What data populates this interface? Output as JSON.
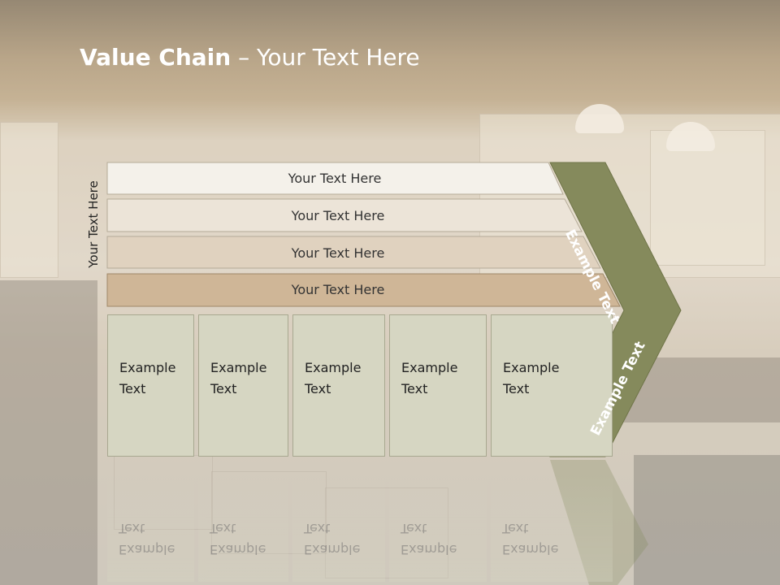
{
  "title": {
    "bold": "Value Chain",
    "rest": " – Your Text Here"
  },
  "side_label": "Your Text Here",
  "rows": [
    {
      "label": "Your Text Here",
      "color": "#f4f1ea"
    },
    {
      "label": "Your Text Here",
      "color": "#ece4d8"
    },
    {
      "label": "Your Text Here",
      "color": "#e0d2bf"
    },
    {
      "label": "Your Text Here",
      "color": "#cfb697"
    }
  ],
  "boxes": [
    {
      "label": "Example\nText"
    },
    {
      "label": "Example\nText"
    },
    {
      "label": "Example\nText"
    },
    {
      "label": "Example\nText"
    },
    {
      "label": "Example\nText"
    }
  ],
  "chevron": {
    "color": "#858a5c",
    "upper_label": "Example Text",
    "lower_label": "Example Text"
  }
}
